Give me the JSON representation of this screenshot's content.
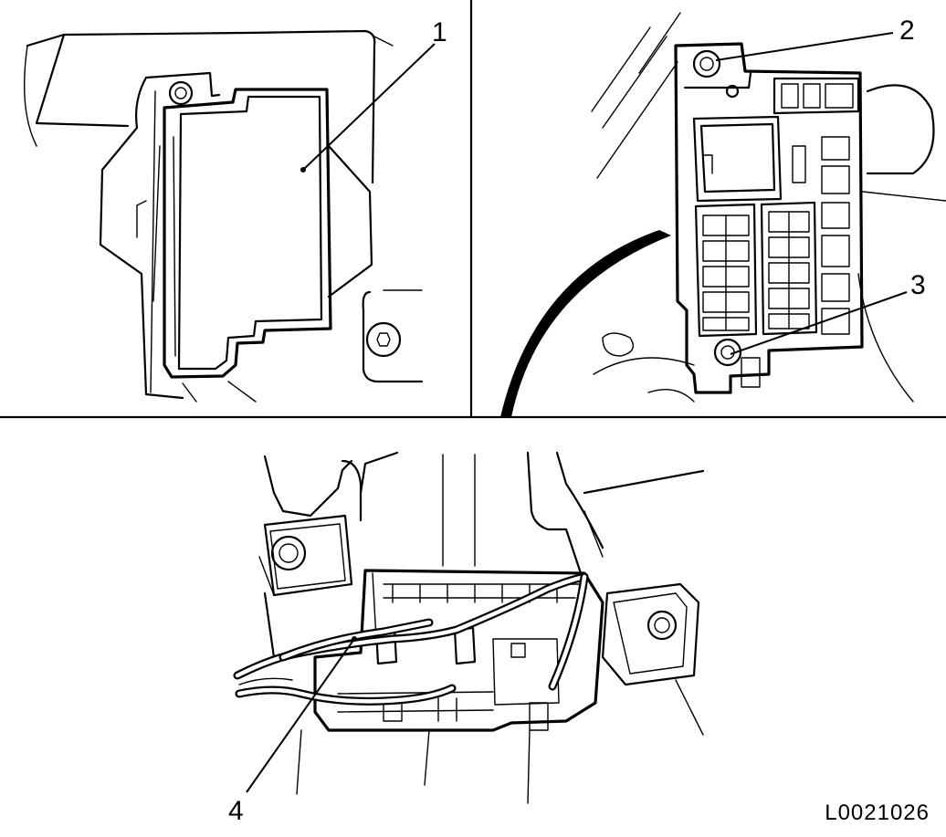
{
  "callouts": {
    "c1": "1",
    "c2": "2",
    "c3": "3",
    "c4": "4"
  },
  "figure_code": "L0021026",
  "colors": {
    "line": "#000000",
    "background": "#ffffff"
  }
}
